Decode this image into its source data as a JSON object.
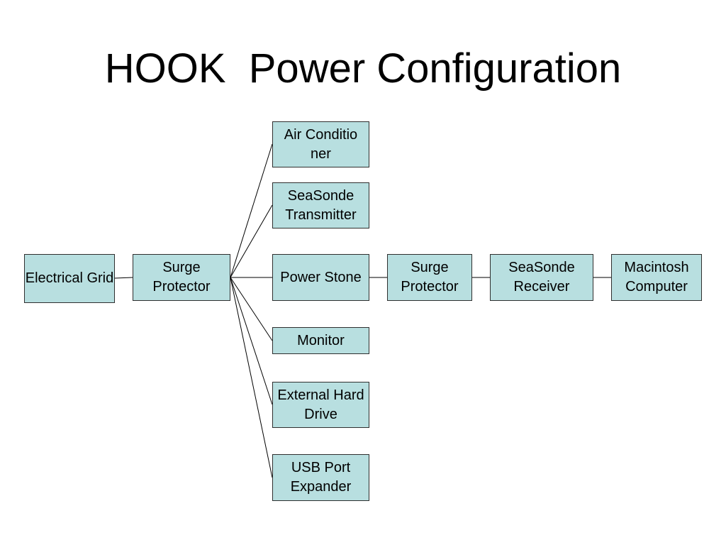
{
  "title": "HOOK  Power Configuration",
  "nodes": {
    "electrical_grid": "Electrical Grid",
    "surge_protector_1": "Surge Protector",
    "air_conditioner": "Air Conditioner",
    "seasonde_transmitter": "SeaSonde Transmitter",
    "power_stone": "Power Stone",
    "monitor": "Monitor",
    "external_hard_drive": "External Hard Drive",
    "usb_port_expander": "USB Port Expander",
    "surge_protector_2": "Surge Protector",
    "seasonde_receiver": "SeaSonde Receiver",
    "macintosh_computer": "Macintosh Computer"
  },
  "colors": {
    "node_fill": "#b8dfe0",
    "node_border": "#2f2f2f",
    "connector": "#000000"
  }
}
